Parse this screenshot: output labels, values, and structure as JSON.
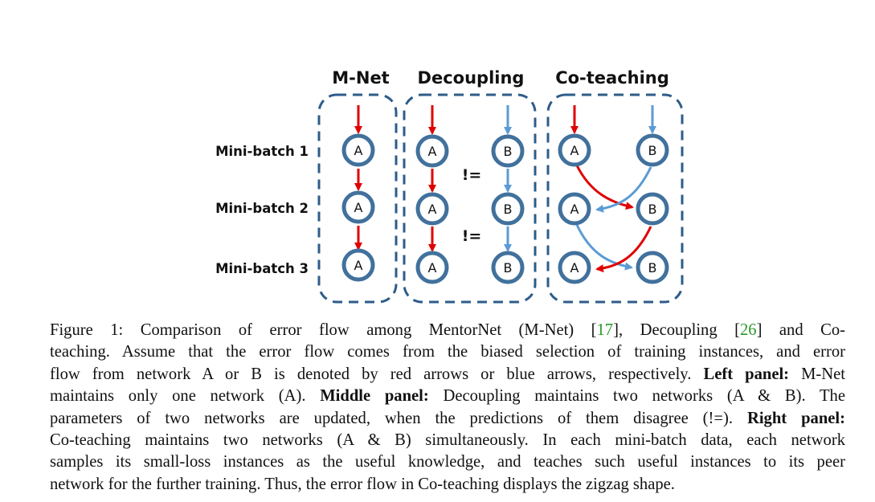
{
  "panels": [
    {
      "title": "M-Net"
    },
    {
      "title": "Decoupling"
    },
    {
      "title": "Co-teaching"
    }
  ],
  "rows": [
    "Mini-batch 1",
    "Mini-batch 2",
    "Mini-batch 3"
  ],
  "nodes": {
    "a": "A",
    "b": "B"
  },
  "neq_symbol": "!=",
  "colors": {
    "red_arrow": "#e00000",
    "blue_arrow": "#5b9bd5",
    "node_ring": "#41719c",
    "dash_border": "#2e5c8a"
  },
  "caption": {
    "l1": {
      "t1": "Figure 1: Comparison of error flow among MentorNet (M-Net) [",
      "r1": "17",
      "t2": "], Decoupling [",
      "r2": "26",
      "t3": "] and Co-"
    },
    "l2": "teaching. Assume that the error flow comes from the biased selection of training instances, and error",
    "l3": {
      "t1": "flow from network A or B is denoted by red arrows or blue arrows, respectively. ",
      "b1": "Left panel:",
      "t2": " M-Net"
    },
    "l4": {
      "t1": "maintains only one network (A). ",
      "b1": "Middle panel:",
      "t2": " Decoupling maintains two networks (A & B). The"
    },
    "l5": {
      "t1": "parameters of two networks are updated, when the predictions of them disagree (!=). ",
      "b1": "Right panel:"
    },
    "l6": "Co-teaching maintains two networks (A & B) simultaneously. In each mini-batch data, each network",
    "l7": "samples its small-loss instances as the useful knowledge, and teaches such useful instances to its peer",
    "l8": "network for the further training. Thus, the error flow in Co-teaching displays the zigzag shape."
  }
}
